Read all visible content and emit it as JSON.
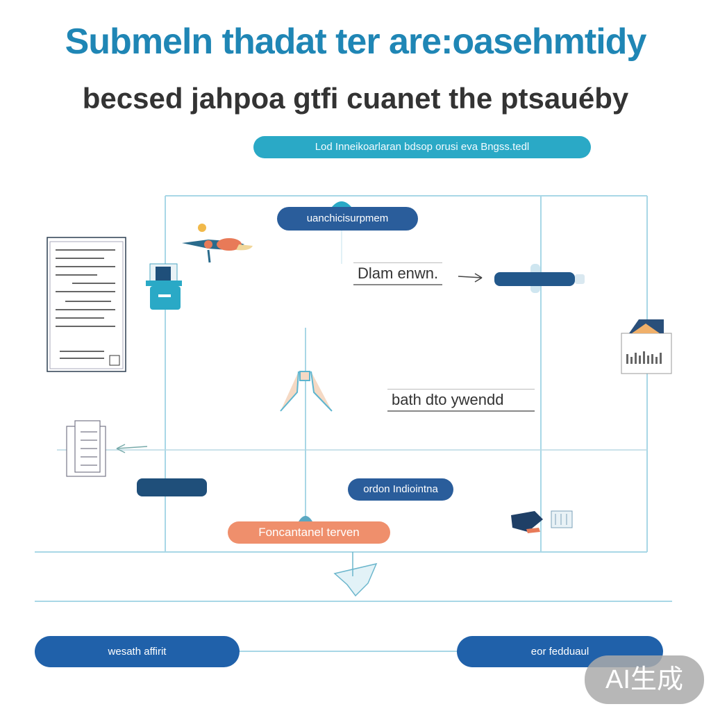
{
  "header": {
    "title": "Submeln thadat ter are:oasehmtidy",
    "subtitle": "becsed jahpoa gtfi cuanet the ptsauéby"
  },
  "pills": {
    "top": "Lod Inneikoarlaran bdsop orusi eva Bngss.tedl",
    "upper": "uanchicisurpmem",
    "mid": "ordon Indiointna",
    "orange": "Foncantanel terven",
    "bottom_left": "wesath affirit",
    "bottom_right": "eor fedduaul"
  },
  "labels": {
    "label_1": "Dlam enwn.",
    "label_2": "bath dto ywendd"
  },
  "watermark": "AI生成",
  "colors": {
    "title": "#1f86b5",
    "teal_pill": "#2aa9c6",
    "navy_pill": "#2a5d9b",
    "orange_pill": "#ef8f6c",
    "blue_pill": "#2061aa",
    "grid_line": "#a8d7e6"
  }
}
